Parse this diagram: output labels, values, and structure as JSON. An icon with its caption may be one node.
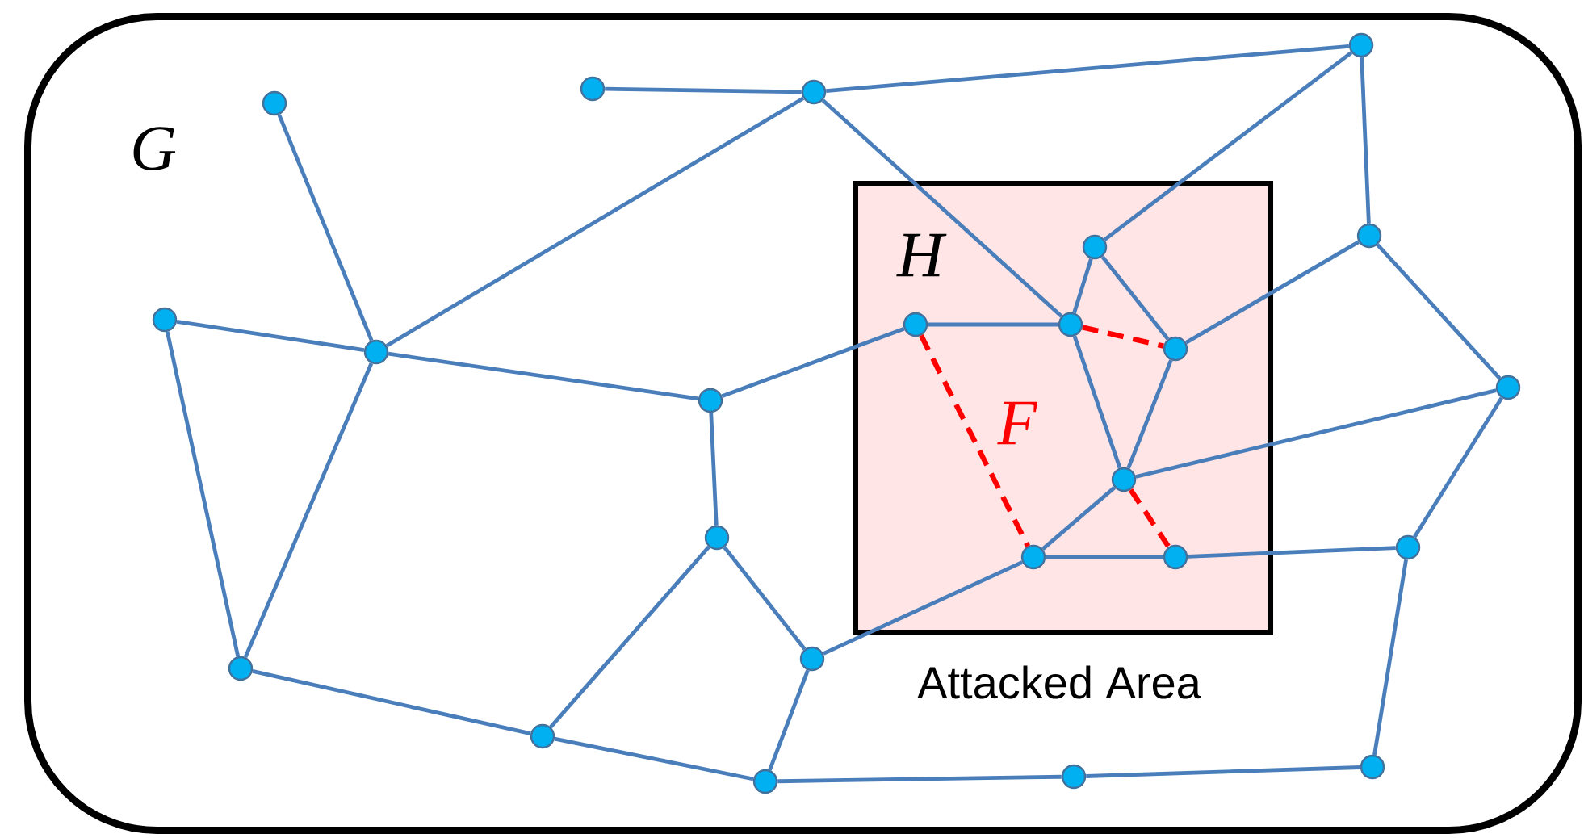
{
  "diagram": {
    "nodes": [
      {
        "text": [
          "G"
        ]
      },
      {
        "text": [
          "H"
        ],
        "in": 0,
        "beside": [
          "Attacked Area"
        ]
      },
      {
        "text": [],
        "shape": "circle",
        "in": 0
      },
      {
        "text": [],
        "shape": "circle",
        "in": 0
      },
      {
        "text": [],
        "shape": "circle",
        "in": 0
      },
      {
        "text": [],
        "shape": "circle",
        "in": 0
      },
      {
        "text": [],
        "shape": "circle",
        "in": 0
      },
      {
        "text": [],
        "shape": "circle",
        "in": 1
      },
      {
        "text": [],
        "shape": "circle",
        "in": 0
      },
      {
        "text": [],
        "shape": "circle",
        "in": 1
      },
      {
        "text": [],
        "shape": "circle",
        "in": 1
      },
      {
        "text": [],
        "shape": "circle",
        "in": 1
      },
      {
        "text": [],
        "shape": "circle",
        "in": 0
      },
      {
        "text": [],
        "shape": "circle",
        "in": 0
      },
      {
        "text": [],
        "shape": "circle",
        "in": 0
      },
      {
        "text": [],
        "shape": "circle",
        "in": 1
      },
      {
        "text": [],
        "shape": "circle",
        "in": 0
      },
      {
        "text": [],
        "shape": "circle",
        "in": 0
      },
      {
        "text": [],
        "shape": "circle",
        "in": 1
      },
      {
        "text": [],
        "shape": "circle",
        "in": 1
      },
      {
        "text": [],
        "shape": "circle",
        "in": 0
      },
      {
        "text": [],
        "shape": "circle",
        "in": 0
      },
      {
        "text": [],
        "shape": "circle",
        "in": 0
      },
      {
        "text": [],
        "shape": "circle",
        "in": 0
      },
      {
        "text": [],
        "shape": "circle",
        "in": 0
      },
      {
        "text": [],
        "shape": "circle",
        "in": 0
      }
    ],
    "edges": [
      {
        "from": 3,
        "to": 4,
        "arrow": "none"
      },
      {
        "from": 4,
        "to": 2,
        "arrow": "none"
      },
      {
        "from": 4,
        "to": 12,
        "arrow": "none"
      },
      {
        "from": 4,
        "to": 10,
        "arrow": "none"
      },
      {
        "from": 2,
        "to": 7,
        "arrow": "none"
      },
      {
        "from": 2,
        "to": 6,
        "arrow": "none"
      },
      {
        "from": 5,
        "to": 12,
        "arrow": "none"
      },
      {
        "from": 8,
        "to": 12,
        "arrow": "none"
      },
      {
        "from": 8,
        "to": 21,
        "arrow": "none"
      },
      {
        "from": 12,
        "to": 14,
        "arrow": "none"
      },
      {
        "from": 12,
        "to": 21,
        "arrow": "none"
      },
      {
        "from": 14,
        "to": 9,
        "arrow": "none"
      },
      {
        "from": 14,
        "to": 16,
        "arrow": "none"
      },
      {
        "from": 16,
        "to": 20,
        "arrow": "none"
      },
      {
        "from": 16,
        "to": 22,
        "arrow": "none"
      },
      {
        "from": 21,
        "to": 22,
        "arrow": "none"
      },
      {
        "from": 22,
        "to": 25,
        "arrow": "none"
      },
      {
        "from": 20,
        "to": 25,
        "arrow": "none"
      },
      {
        "from": 20,
        "to": 18,
        "arrow": "none"
      },
      {
        "from": 25,
        "to": 24,
        "arrow": "none"
      },
      {
        "from": 24,
        "to": 23,
        "arrow": "none"
      },
      {
        "from": 23,
        "to": 17,
        "arrow": "none"
      },
      {
        "from": 17,
        "to": 13,
        "arrow": "none"
      },
      {
        "from": 13,
        "to": 6,
        "arrow": "none"
      },
      {
        "from": 6,
        "to": 11,
        "arrow": "none"
      },
      {
        "from": 13,
        "to": 15,
        "arrow": "none"
      },
      {
        "from": 17,
        "to": 19,
        "arrow": "none"
      },
      {
        "from": 19,
        "to": 18,
        "arrow": "none"
      },
      {
        "from": 18,
        "to": 15,
        "arrow": "none"
      },
      {
        "from": 15,
        "to": 10,
        "arrow": "none"
      },
      {
        "from": 15,
        "to": 11,
        "arrow": "none"
      },
      {
        "from": 10,
        "to": 7,
        "arrow": "none"
      },
      {
        "from": 7,
        "to": 11,
        "arrow": "none"
      },
      {
        "from": 10,
        "to": 9,
        "arrow": "none"
      },
      {
        "from": 9,
        "to": 18,
        "arrow": "none",
        "style": "dashed",
        "color": "#ff0000"
      },
      {
        "from": 10,
        "to": 11,
        "arrow": "none",
        "style": "dashed",
        "color": "#ff0000"
      },
      {
        "from": 15,
        "to": 19,
        "arrow": "none",
        "style": "dashed",
        "color": "#ff0000"
      }
    ],
    "labels": [
      "F"
    ]
  }
}
